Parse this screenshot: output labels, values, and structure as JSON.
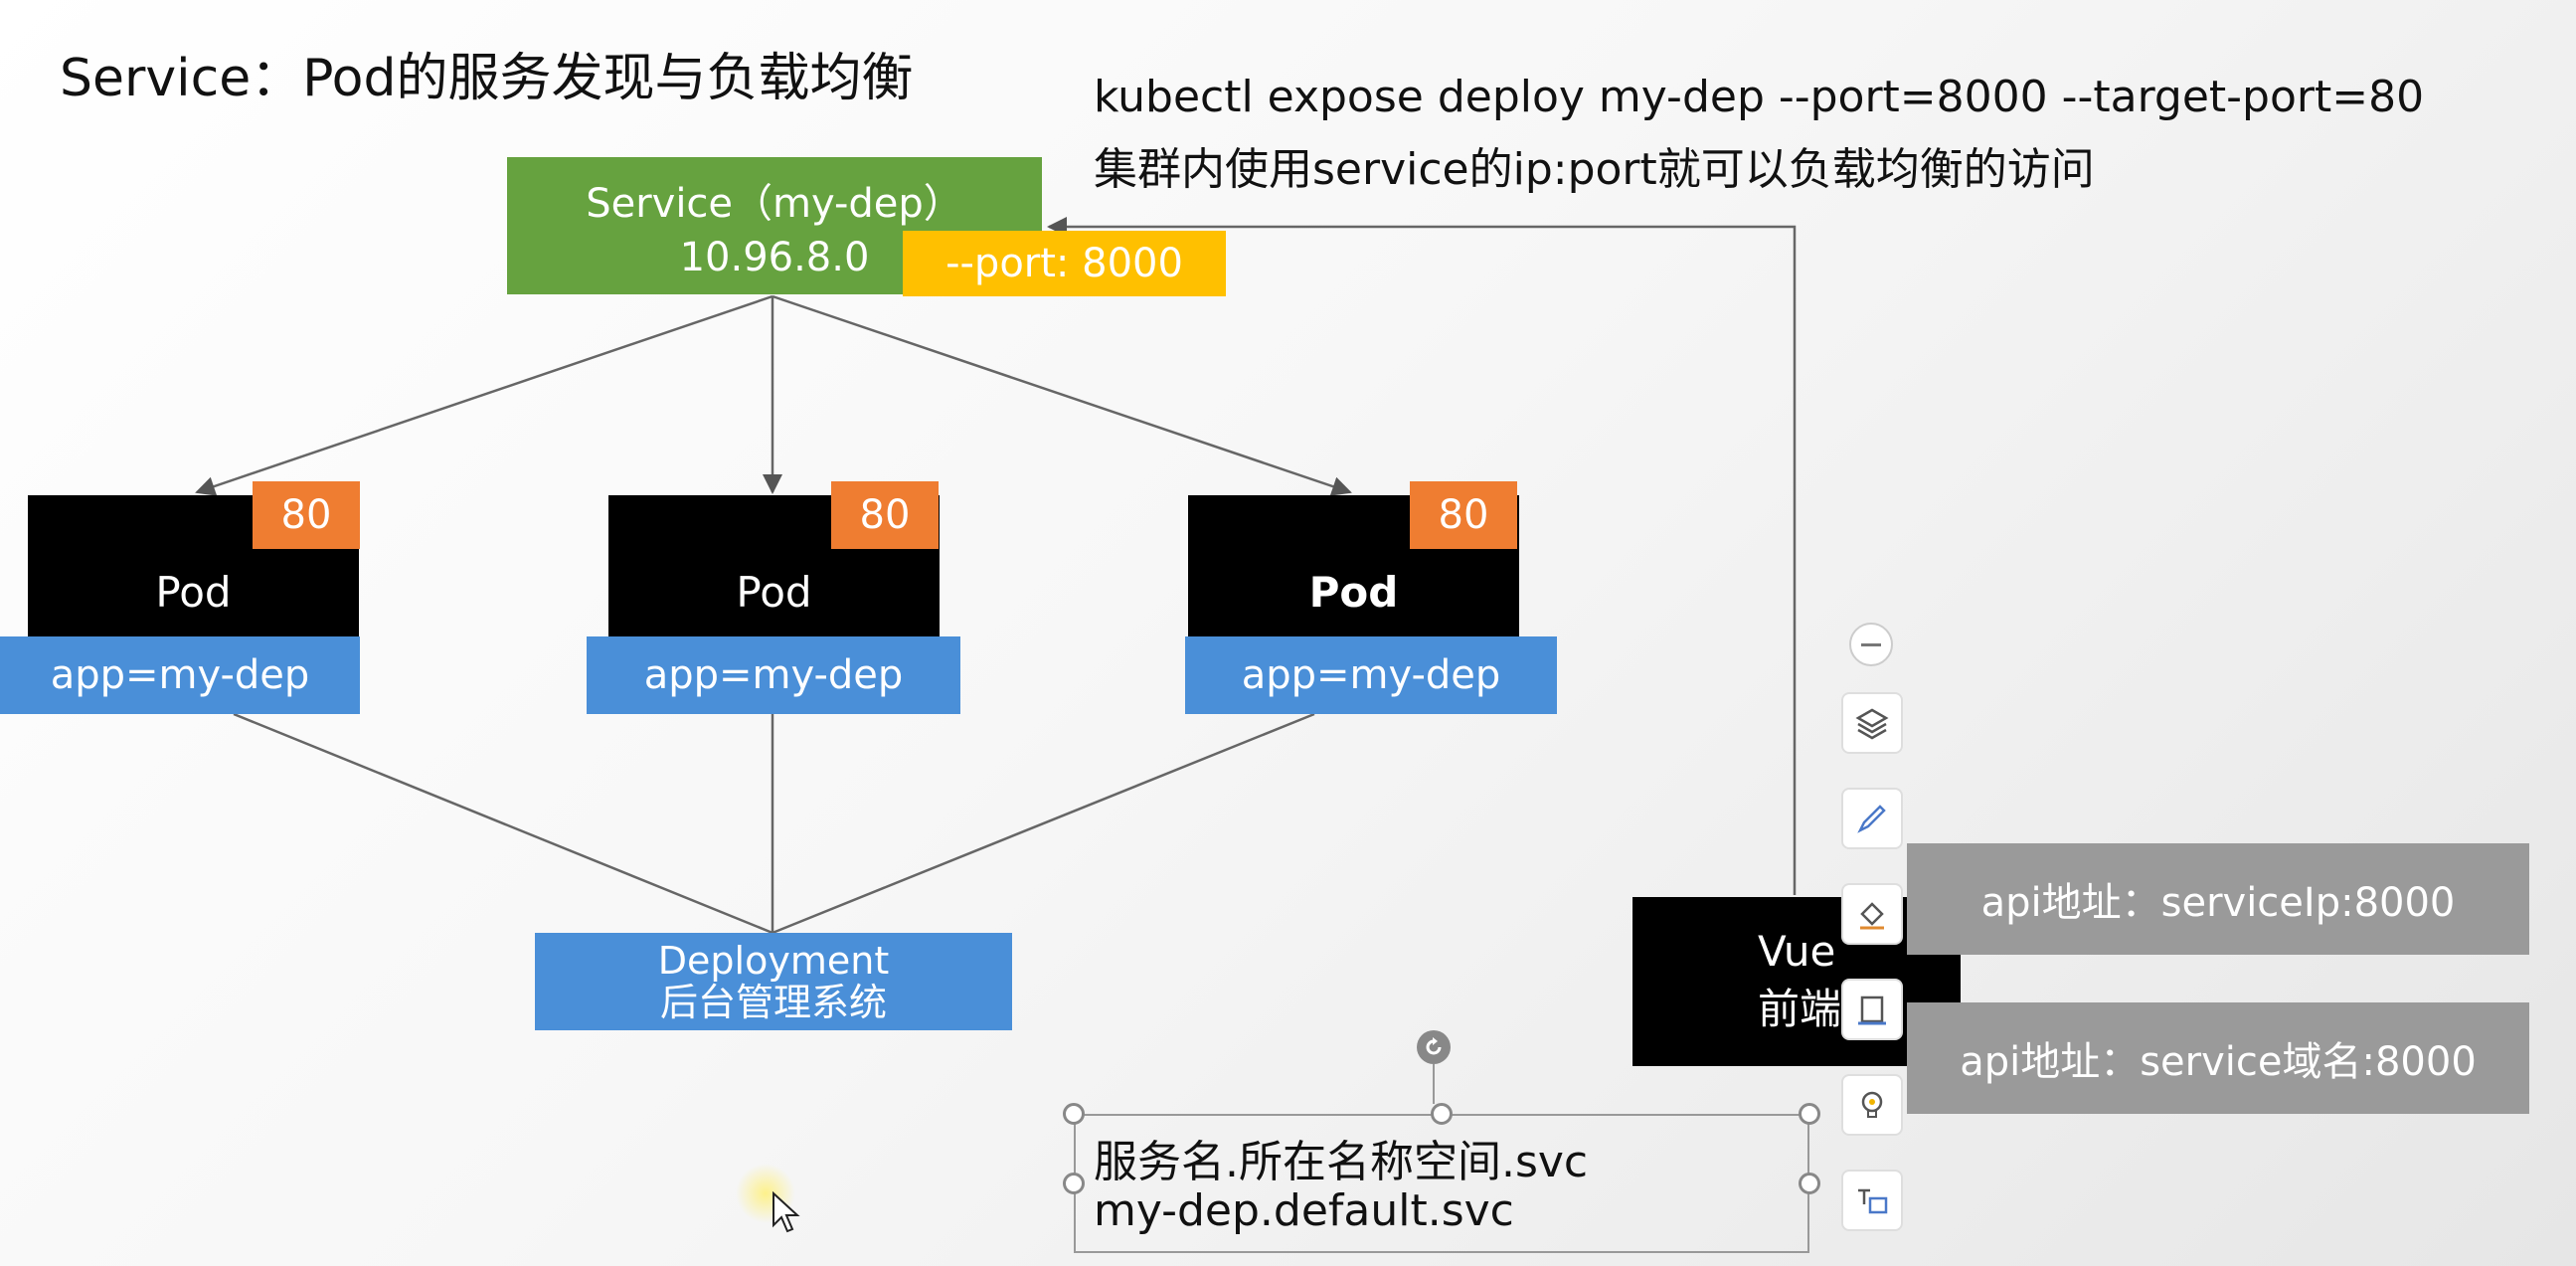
{
  "title": "Service：Pod的服务发现与负载均衡",
  "command": {
    "line1": "kubectl expose deploy my-dep --port=8000 --target-port=80",
    "line2": "集群内使用service的ip:port就可以负载均衡的访问"
  },
  "service": {
    "name": "Service（my-dep）",
    "ip": "10.96.8.0",
    "port": "--port: 8000"
  },
  "pods": [
    {
      "port": "80",
      "label": "Pod",
      "selector": "app=my-dep"
    },
    {
      "port": "80",
      "label": "Pod",
      "selector": "app=my-dep"
    },
    {
      "port": "80",
      "label": "Pod",
      "selector": "app=my-dep"
    }
  ],
  "deployment": {
    "line1": "Deployment",
    "line2": "后台管理系统"
  },
  "frontend": {
    "line1": "Vue",
    "line2": "前端"
  },
  "api_notes": [
    "api地址：serviceIp:8000",
    "api地址：service域名:8000"
  ],
  "dns_textbox": {
    "line1": "服务名.所在名称空间.svc",
    "line2": "my-dep.default.svc"
  },
  "toolbar": {
    "icons": [
      "minus-icon",
      "layers-icon",
      "pen-icon",
      "eraser-icon",
      "frame-icon",
      "bulb-icon",
      "text-box-icon"
    ]
  },
  "colors": {
    "service": "#66a23f",
    "port_tag": "#ffc000",
    "pod": "#000000",
    "selector": "#4a8fd8",
    "pod_port": "#ef7d31",
    "note": "#9a9a9a"
  }
}
